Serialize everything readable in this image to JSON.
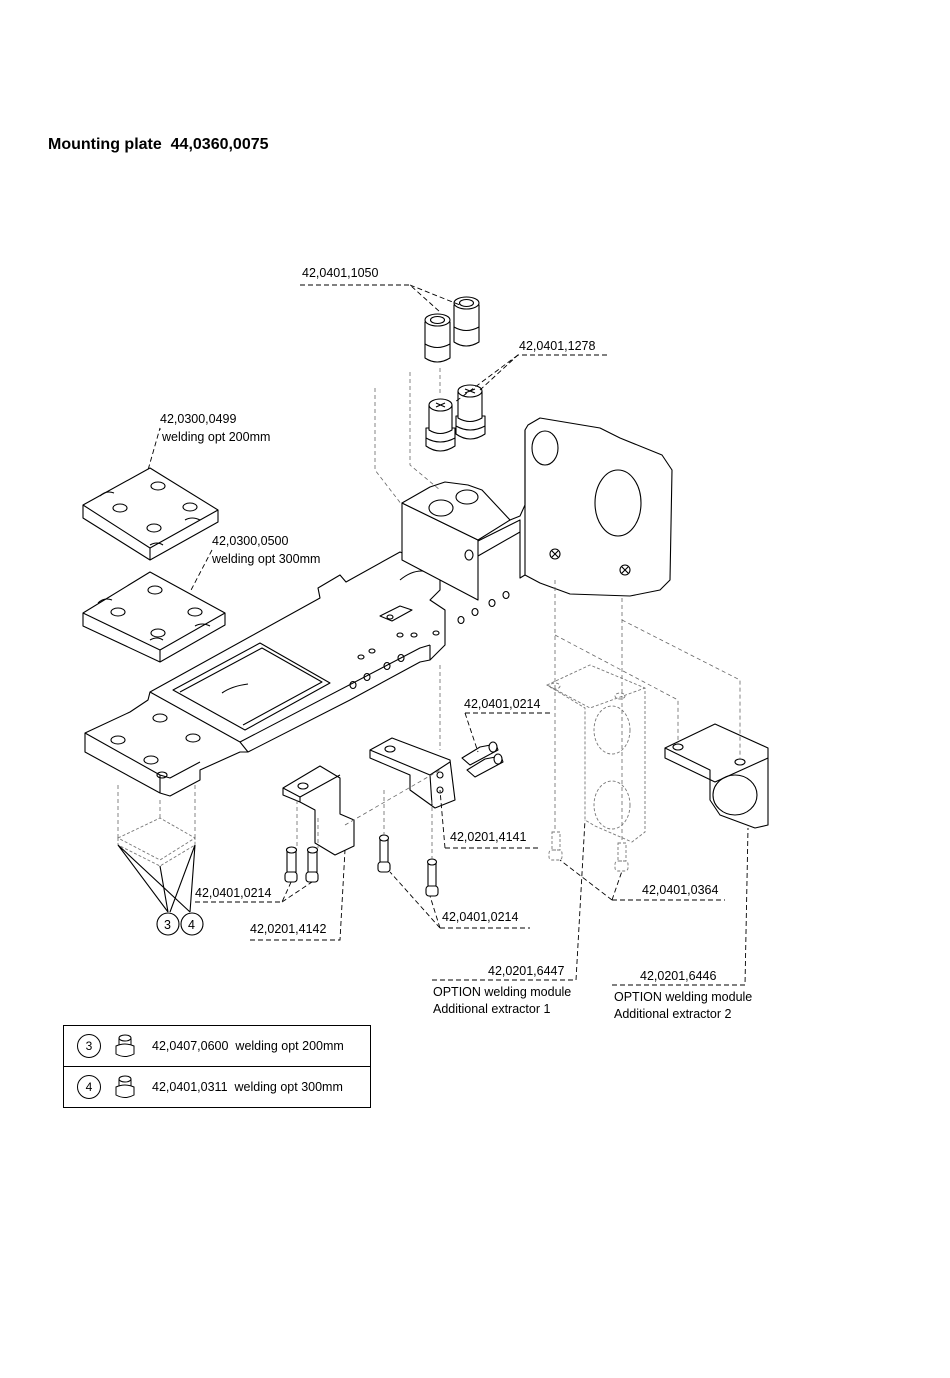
{
  "title": "Mounting plate  44,0360,0075",
  "parts": {
    "p1050": "42,0401,1050",
    "p1278": "42,0401,1278",
    "p0499": "42,0300,0499",
    "p0499_note": "welding opt 200mm",
    "p0500": "42,0300,0500",
    "p0500_note": "welding opt 300mm",
    "p0214_a": "42,0401,0214",
    "p4141": "42,0201,4141",
    "p0364": "42,0401,0364",
    "p0214_b": "42,0401,0214",
    "p4142": "42,0201,4142",
    "p0214_c": "42,0401,0214",
    "p6447": "42,0201,6447",
    "p6447_line1": "OPTION welding module",
    "p6447_line2": "Additional extractor 1",
    "p6446": "42,0201,6446",
    "p6446_line1": "OPTION welding module",
    "p6446_line2": "Additional extractor 2"
  },
  "callouts": [
    "3",
    "4"
  ],
  "legend": [
    {
      "num": "3",
      "text": "42,0407,0600  welding opt 200mm"
    },
    {
      "num": "4",
      "text": "42,0401,0311  welding opt 300mm"
    }
  ]
}
